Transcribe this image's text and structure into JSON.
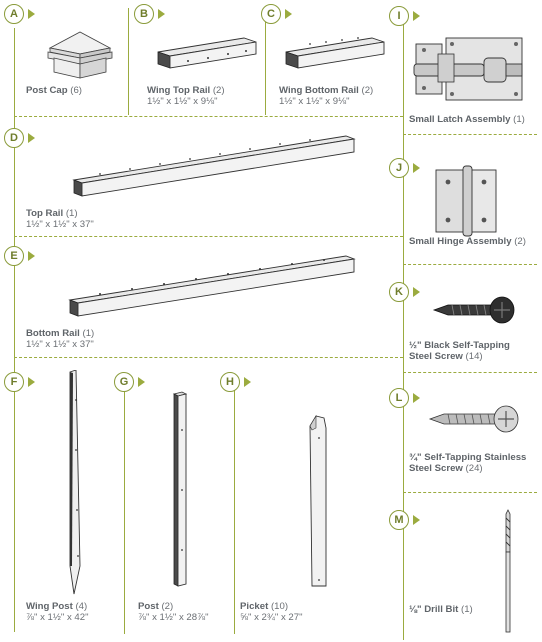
{
  "parts": [
    {
      "id": "A",
      "name": "Post Cap",
      "qty": "(6)",
      "dims": ""
    },
    {
      "id": "B",
      "name": "Wing Top Rail",
      "qty": "(2)",
      "dims": "1½\" x 1½\" x 9⅛\""
    },
    {
      "id": "C",
      "name": "Wing Bottom Rail",
      "qty": "(2)",
      "dims": "1½\" x 1½\" x 9⅛\""
    },
    {
      "id": "D",
      "name": "Top Rail",
      "qty": "(1)",
      "dims": "1½\" x 1½\" x 37\""
    },
    {
      "id": "E",
      "name": "Bottom Rail",
      "qty": "(1)",
      "dims": "1½\" x 1½\" x 37\""
    },
    {
      "id": "F",
      "name": "Wing Post",
      "qty": "(4)",
      "dims": "⅞\" x 1½\" x 42\""
    },
    {
      "id": "G",
      "name": "Post",
      "qty": "(2)",
      "dims": "⅞\" x 1½\" x 28⅞\""
    },
    {
      "id": "H",
      "name": "Picket",
      "qty": "(10)",
      "dims": "⅝\" x 2¾\" x 27\""
    },
    {
      "id": "I",
      "name": "Small Latch Assembly",
      "qty": "(1)",
      "dims": ""
    },
    {
      "id": "J",
      "name": "Small Hinge Assembly",
      "qty": "(2)",
      "dims": ""
    },
    {
      "id": "K",
      "name": "½\" Black Self-Tapping",
      "name2": "Steel Screw",
      "qty": "(14)",
      "dims": ""
    },
    {
      "id": "L",
      "name": "¾\" Self-Tapping Stainless",
      "name2": "Steel Screw",
      "qty": "(24)",
      "dims": ""
    },
    {
      "id": "M",
      "name": "⅛\" Drill Bit",
      "qty": "(1)",
      "dims": ""
    }
  ],
  "colors": {
    "accent": "#9bab3f",
    "text": "#6b6f74"
  }
}
